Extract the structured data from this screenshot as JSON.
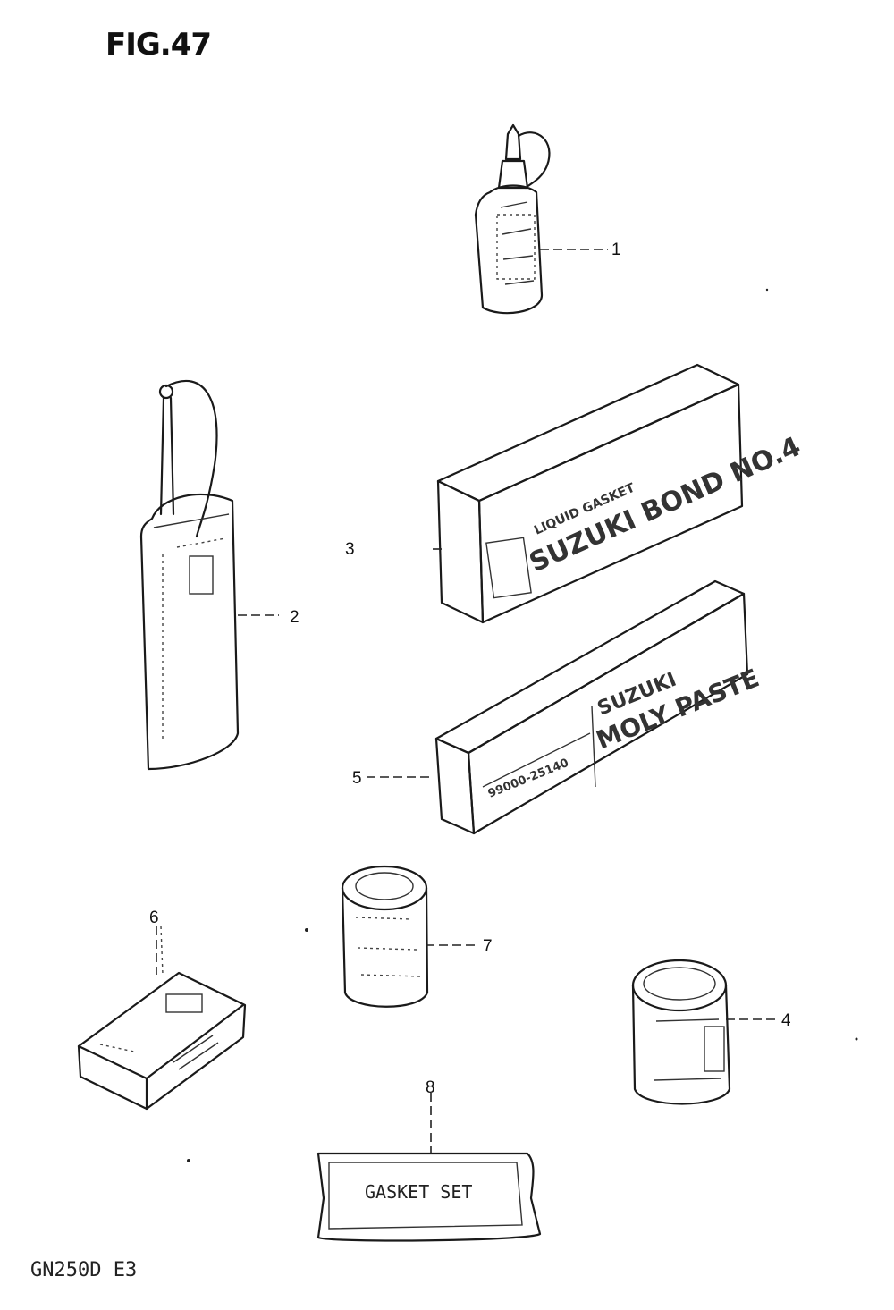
{
  "figure": {
    "title": "FIG.47",
    "model_code": "GN250D E3"
  },
  "parts": [
    {
      "ref": "1",
      "label_text": ""
    },
    {
      "ref": "2",
      "label_text": ""
    },
    {
      "ref": "3",
      "label_text": "SUZUKI BOND NO.4"
    },
    {
      "ref": "4",
      "label_text": ""
    },
    {
      "ref": "5",
      "label_text": "MOLY PASTE"
    },
    {
      "ref": "6",
      "label_text": ""
    },
    {
      "ref": "7",
      "label_text": ""
    },
    {
      "ref": "8",
      "label_text": "GASKET SET"
    }
  ],
  "box3": {
    "upper_text": "LIQUID GASKET",
    "brand_text": "SUZUKI BOND NO.4"
  },
  "box5": {
    "brand_text": "SUZUKI",
    "product_text": "MOLY PASTE",
    "code_text": "99000-25140"
  }
}
